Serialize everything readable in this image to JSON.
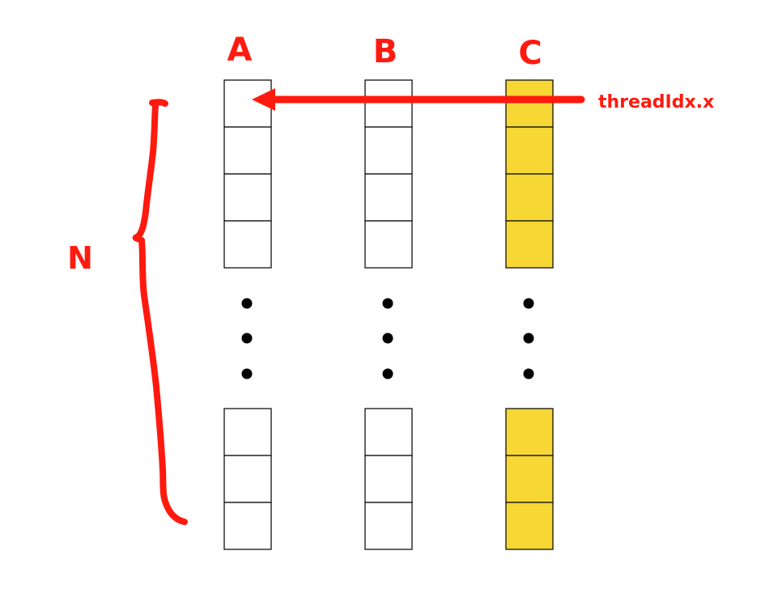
{
  "labels": {
    "array_a": "A",
    "array_b": "B",
    "array_c": "C",
    "thread_index": "threadIdx.x",
    "size": "N"
  },
  "colors": {
    "annotation": "#ff1a0f",
    "highlight": "#f7d733",
    "cell_fill": "#ffffff",
    "cell_border": "#111111",
    "dot": "#000000"
  },
  "arrays": [
    {
      "name": "A",
      "top_cells": 4,
      "bottom_cells": 3,
      "highlighted": false
    },
    {
      "name": "B",
      "top_cells": 4,
      "bottom_cells": 3,
      "highlighted": false
    },
    {
      "name": "C",
      "top_cells": 4,
      "bottom_cells": 3,
      "highlighted": true
    }
  ]
}
